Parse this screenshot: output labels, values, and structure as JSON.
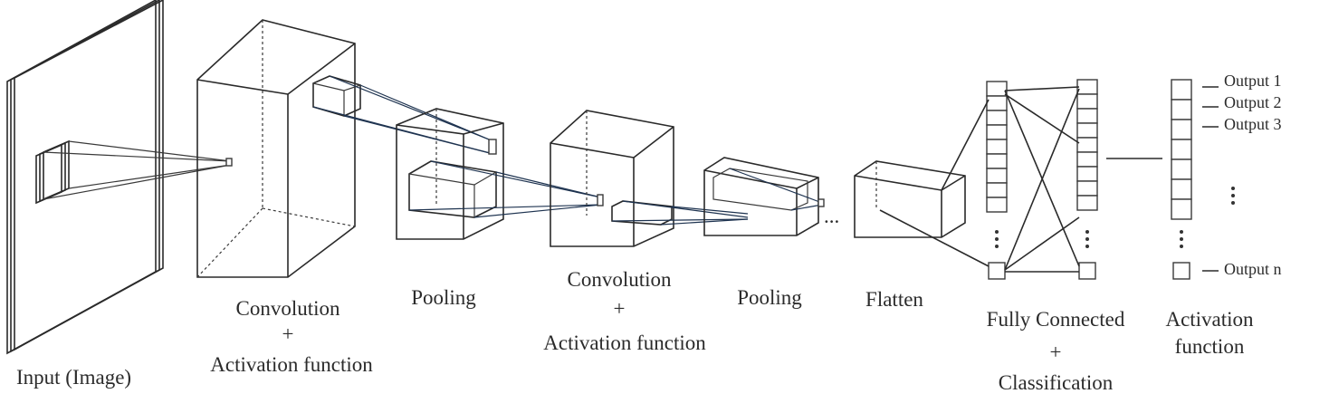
{
  "labels": {
    "input": "Input (Image)",
    "conv1_line1": "Convolution",
    "conv1_line2": "+",
    "conv1_line3": "Activation function",
    "pool1": "Pooling",
    "conv2_line1": "Convolution",
    "conv2_line2": "+",
    "conv2_line3": "Activation function",
    "pool2": "Pooling",
    "ellipsis": "...",
    "flatten": "Flatten",
    "fc_line1": "Fully Connected",
    "fc_line2": "+",
    "fc_line3": "Classification",
    "act_line1": "Activation",
    "act_line2": "function"
  },
  "outputs": [
    "Output 1",
    "Output 2",
    "Output 3",
    "Output n"
  ],
  "colors": {
    "line": "#3a3a3a",
    "ray": "#1e3350",
    "text": "#2b2b2b"
  }
}
